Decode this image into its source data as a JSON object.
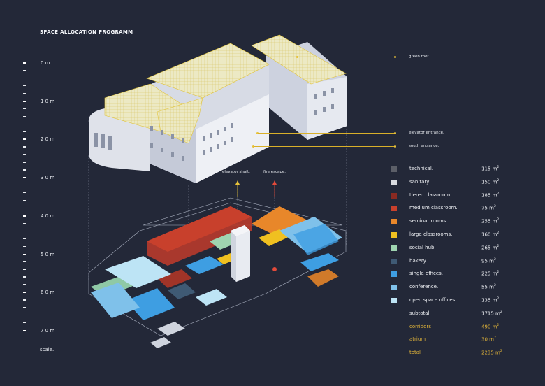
{
  "title": "SPACE ALLOCATION PROGRAMM",
  "scale": {
    "labels": [
      "0 m",
      "1 0 m",
      "2 0 m",
      "3 0 m",
      "4 0 m",
      "5 0 m",
      "6 0 m",
      "7 0 m"
    ],
    "word": "scale."
  },
  "callouts": {
    "green_roof": "green roof.",
    "elevator_entrance": "elevator entrance.",
    "south_entrance": "south entrance.",
    "elevator_shaft": "elevator shaft.",
    "fire_escape": "fire escape."
  },
  "legend": {
    "unit": "m",
    "rows": [
      {
        "label": "technical.",
        "value": "115",
        "color": "#5c5f68"
      },
      {
        "label": "sanitary.",
        "value": "150",
        "color": "#d9dbe0"
      },
      {
        "label": "tiered classroom.",
        "value": "185",
        "color": "#8a2a22"
      },
      {
        "label": "medium classroom.",
        "value": "75",
        "color": "#c8402c"
      },
      {
        "label": "seminar rooms.",
        "value": "255",
        "color": "#e8872a"
      },
      {
        "label": "large classrooms.",
        "value": "160",
        "color": "#f0c020"
      },
      {
        "label": "social hub.",
        "value": "265",
        "color": "#9fd4b0"
      },
      {
        "label": "bakery.",
        "value": "95",
        "color": "#3f5a74"
      },
      {
        "label": "single offices.",
        "value": "225",
        "color": "#3e9ee2"
      },
      {
        "label": "conference.",
        "value": "55",
        "color": "#7fc1ea"
      },
      {
        "label": "open space offices.",
        "value": "135",
        "color": "#bde4f5"
      }
    ],
    "subtotal": {
      "label": "subtotal",
      "value": "1715"
    },
    "extras": [
      {
        "label": "corridors",
        "value": "490"
      },
      {
        "label": "atrium",
        "value": "30"
      },
      {
        "label": "total",
        "value": "2235"
      }
    ]
  }
}
